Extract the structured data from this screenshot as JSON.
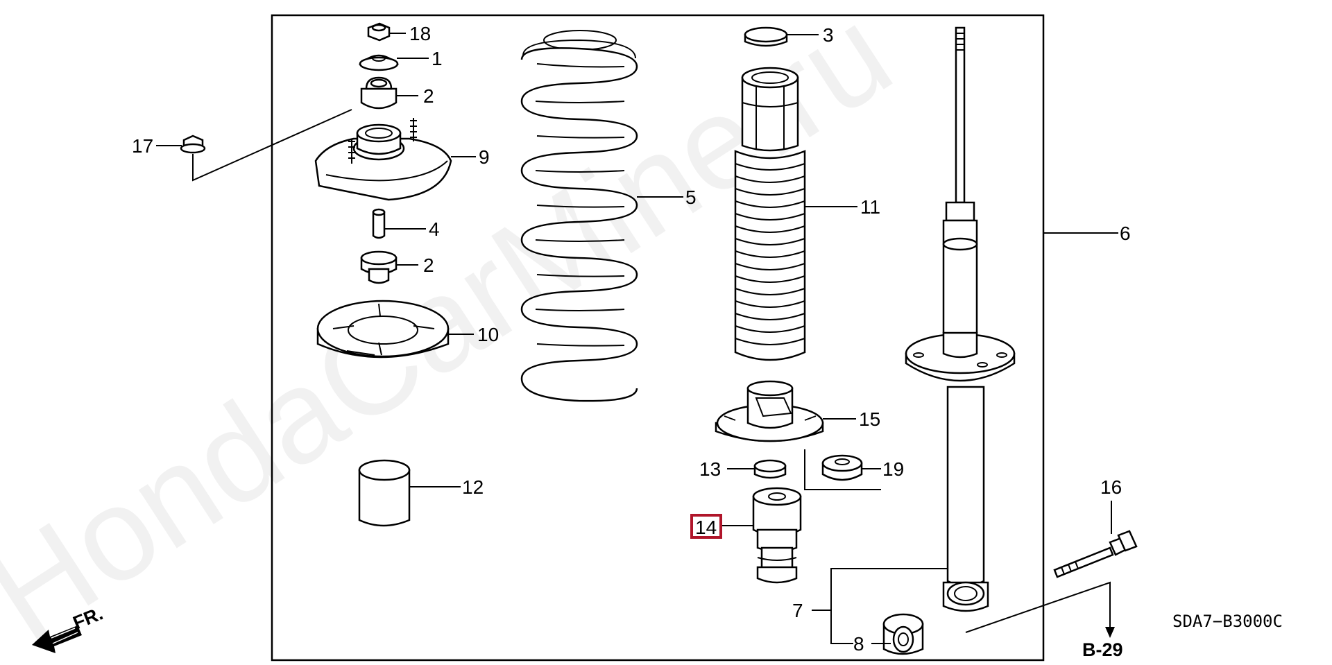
{
  "watermark": "HondaCarMine.ru",
  "diagram_code": "SDA7−B3000C",
  "reference": "B-29",
  "direction_label": "FR.",
  "highlight_color": "#b0152a",
  "callouts": {
    "c1": "1",
    "c2a": "2",
    "c2b": "2",
    "c3": "3",
    "c4": "4",
    "c5": "5",
    "c6": "6",
    "c7": "7",
    "c8": "8",
    "c9": "9",
    "c10": "10",
    "c11": "11",
    "c12": "12",
    "c13": "13",
    "c14": "14",
    "c15": "15",
    "c16": "16",
    "c17": "17",
    "c18": "18",
    "c19": "19"
  }
}
